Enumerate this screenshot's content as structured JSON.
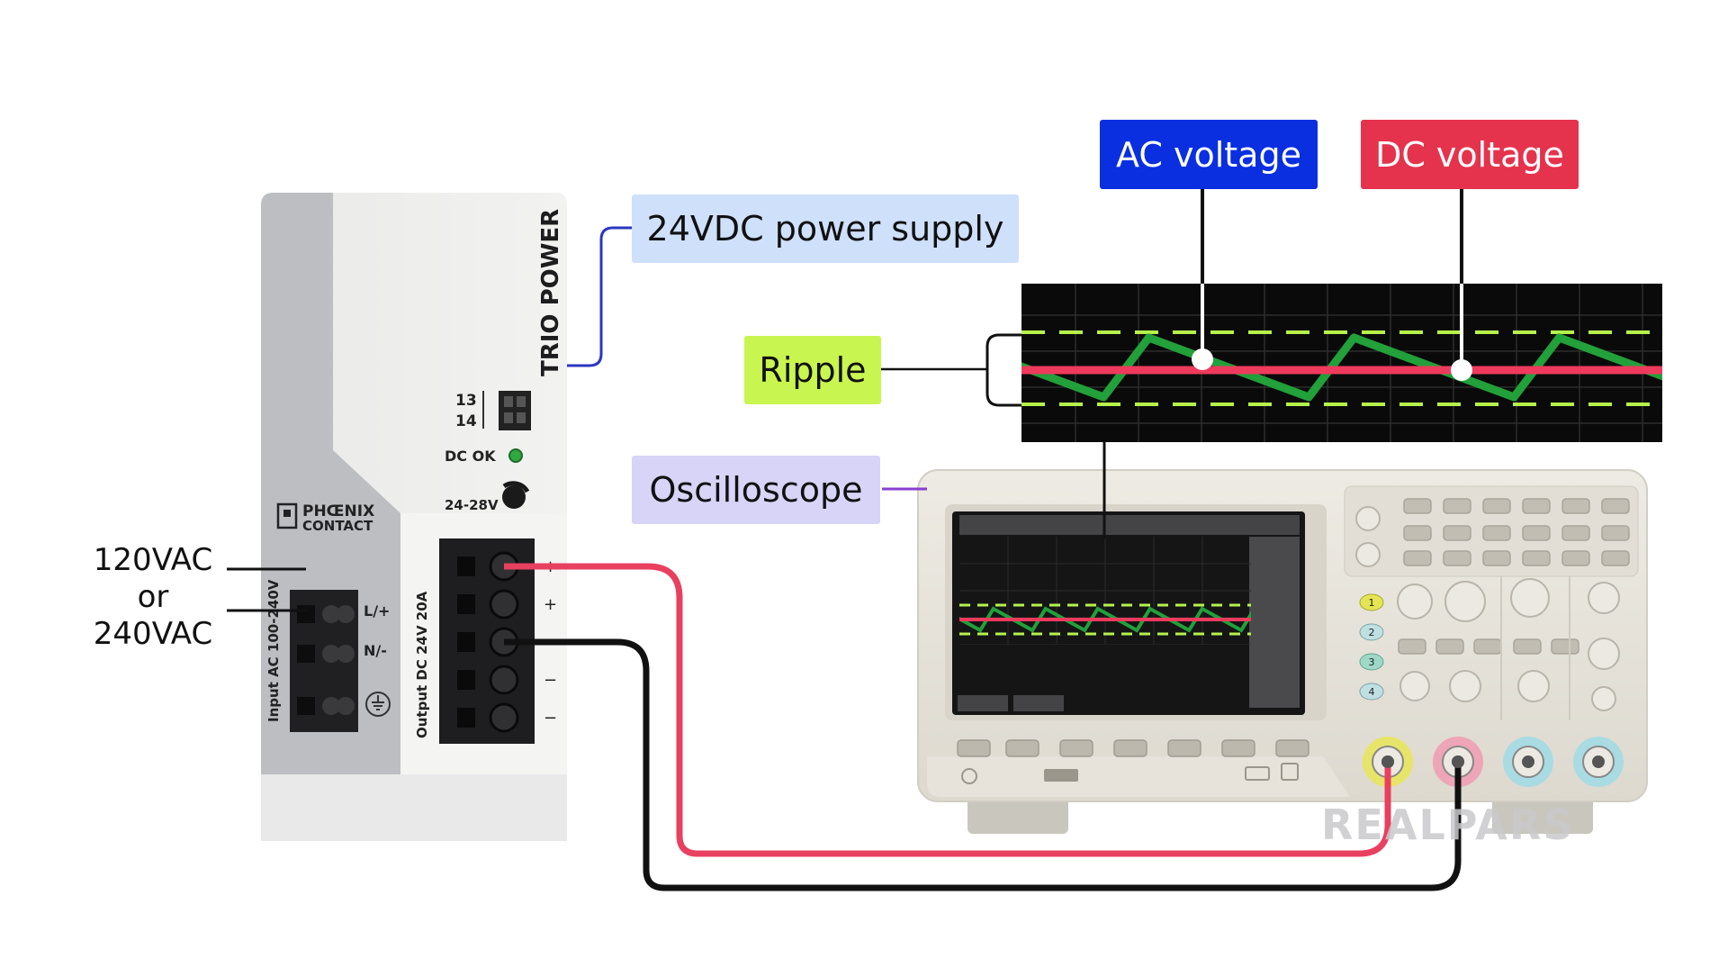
{
  "title": "",
  "callouts": {
    "power_supply": {
      "label": "24VDC power supply",
      "bg": "#cfe0fb"
    },
    "oscilloscope": {
      "label": "Oscilloscope",
      "bg": "#d7d4f7"
    },
    "ripple": {
      "label": "Ripple",
      "bg": "#c9f550"
    },
    "ac_voltage": {
      "label": "AC voltage",
      "bg": "#0a2fe0",
      "color": "#ffffff"
    },
    "dc_voltage": {
      "label": "DC voltage",
      "bg": "#e6334d",
      "color": "#ffffff"
    }
  },
  "input_voltage": {
    "line1": "120VAC",
    "line2": "or",
    "line3": "240VAC"
  },
  "power_supply": {
    "model": "TRIO POWER",
    "brand_line1": "PHŒNIX",
    "brand_line2": "CONTACT",
    "relay_13": "13",
    "relay_14": "14",
    "dc_ok": "DC OK",
    "adjust": "24-28V",
    "input_label": "Input AC 100-240V",
    "output_label": "Output DC 24V 20A",
    "terminal_l": "L/+",
    "terminal_n": "N/-",
    "out_signs": [
      "+",
      "+",
      "−",
      "−",
      "−"
    ]
  },
  "scope_channels": [
    "1",
    "2",
    "3",
    "4"
  ],
  "watermark": "REALPARS",
  "colors": {
    "ac_wave": "#22a03a",
    "dc_line": "#ee3a5c",
    "ripple_band": "#b6f24a",
    "red_wire": "#e8405f",
    "black_wire": "#111111"
  }
}
